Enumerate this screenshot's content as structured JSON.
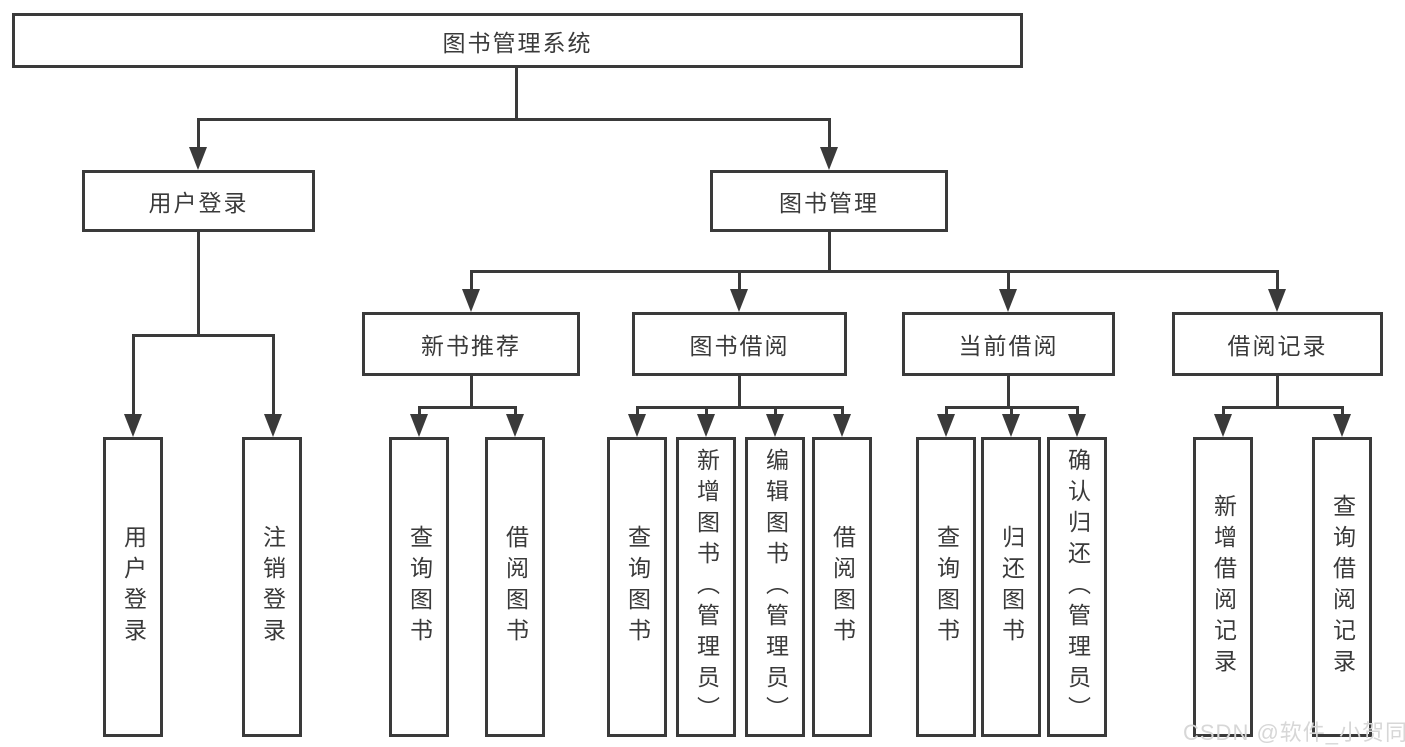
{
  "colors": {
    "line": "#3a3a3a",
    "text": "#3a3a3a",
    "background": "#ffffff",
    "watermark": "#d7d7d7"
  },
  "watermark": "CSDN @软件_小贺同学",
  "tree": {
    "root": {
      "label": "图书管理系统",
      "children": [
        {
          "label": "用户登录",
          "children": [
            {
              "label": "用户登录"
            },
            {
              "label": "注销登录"
            }
          ]
        },
        {
          "label": "图书管理",
          "children": [
            {
              "label": "新书推荐",
              "children": [
                {
                  "label": "查询图书"
                },
                {
                  "label": "借阅图书"
                }
              ]
            },
            {
              "label": "图书借阅",
              "children": [
                {
                  "label": "查询图书"
                },
                {
                  "label": "新增图书（管理员）"
                },
                {
                  "label": "编辑图书（管理员）"
                },
                {
                  "label": "借阅图书"
                }
              ]
            },
            {
              "label": "当前借阅",
              "children": [
                {
                  "label": "查询图书"
                },
                {
                  "label": "归还图书"
                },
                {
                  "label": "确认归还（管理员）"
                }
              ]
            },
            {
              "label": "借阅记录",
              "children": [
                {
                  "label": "新增借阅记录"
                },
                {
                  "label": "查询借阅记录"
                }
              ]
            }
          ]
        }
      ]
    }
  }
}
